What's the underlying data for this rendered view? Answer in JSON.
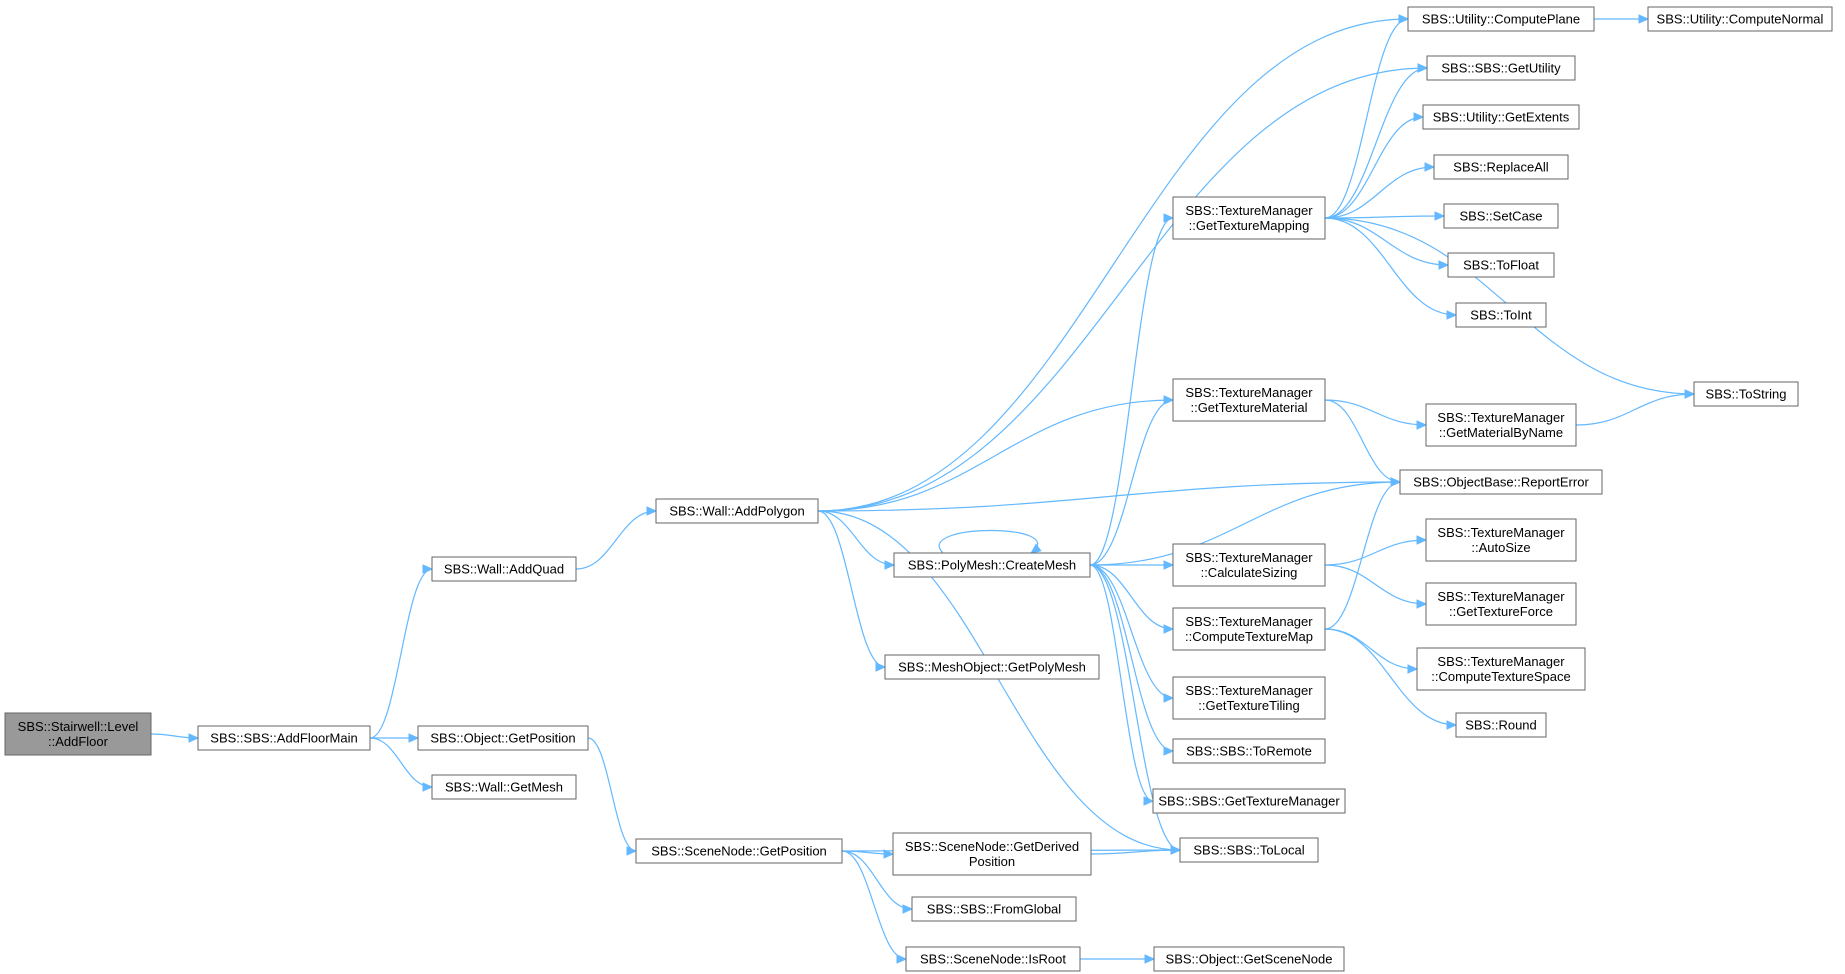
{
  "graph": {
    "nodes": [
      {
        "id": "n1",
        "lines": [
          "SBS::Stairwell::Level",
          "::AddFloor"
        ]
      },
      {
        "id": "n2",
        "lines": [
          "SBS::SBS::AddFloorMain"
        ]
      },
      {
        "id": "n3",
        "lines": [
          "SBS::Wall::AddQuad"
        ]
      },
      {
        "id": "n4",
        "lines": [
          "SBS::Object::GetPosition"
        ]
      },
      {
        "id": "n5",
        "lines": [
          "SBS::Wall::GetMesh"
        ]
      },
      {
        "id": "n6",
        "lines": [
          "SBS::Wall::AddPolygon"
        ]
      },
      {
        "id": "n7",
        "lines": [
          "SBS::SceneNode::GetPosition"
        ]
      },
      {
        "id": "n8",
        "lines": [
          "SBS::PolyMesh::CreateMesh"
        ]
      },
      {
        "id": "n9",
        "lines": [
          "SBS::MeshObject::GetPolyMesh"
        ]
      },
      {
        "id": "n10",
        "lines": [
          "SBS::SceneNode::GetDerived",
          "Position"
        ]
      },
      {
        "id": "n11",
        "lines": [
          "SBS::SBS::FromGlobal"
        ]
      },
      {
        "id": "n12",
        "lines": [
          "SBS::SceneNode::IsRoot"
        ]
      },
      {
        "id": "n13",
        "lines": [
          "SBS::TextureManager",
          "::GetTextureMapping"
        ]
      },
      {
        "id": "n14",
        "lines": [
          "SBS::TextureManager",
          "::GetTextureMaterial"
        ]
      },
      {
        "id": "n15",
        "lines": [
          "SBS::TextureManager",
          "::CalculateSizing"
        ]
      },
      {
        "id": "n16",
        "lines": [
          "SBS::TextureManager",
          "::ComputeTextureMap"
        ]
      },
      {
        "id": "n17",
        "lines": [
          "SBS::TextureManager",
          "::GetTextureTiling"
        ]
      },
      {
        "id": "n18",
        "lines": [
          "SBS::SBS::ToRemote"
        ]
      },
      {
        "id": "n19",
        "lines": [
          "SBS::SBS::GetTextureManager"
        ]
      },
      {
        "id": "n20",
        "lines": [
          "SBS::SBS::ToLocal"
        ]
      },
      {
        "id": "n21",
        "lines": [
          "SBS::Object::GetSceneNode"
        ]
      },
      {
        "id": "n22",
        "lines": [
          "SBS::Utility::ComputePlane"
        ]
      },
      {
        "id": "n23",
        "lines": [
          "SBS::SBS::GetUtility"
        ]
      },
      {
        "id": "n24",
        "lines": [
          "SBS::Utility::GetExtents"
        ]
      },
      {
        "id": "n25",
        "lines": [
          "SBS::ReplaceAll"
        ]
      },
      {
        "id": "n26",
        "lines": [
          "SBS::SetCase"
        ]
      },
      {
        "id": "n27",
        "lines": [
          "SBS::ToFloat"
        ]
      },
      {
        "id": "n28",
        "lines": [
          "SBS::ToInt"
        ]
      },
      {
        "id": "n29",
        "lines": [
          "SBS::TextureManager",
          "::GetMaterialByName"
        ]
      },
      {
        "id": "n30",
        "lines": [
          "SBS::ObjectBase::ReportError"
        ]
      },
      {
        "id": "n31",
        "lines": [
          "SBS::TextureManager",
          "::AutoSize"
        ]
      },
      {
        "id": "n32",
        "lines": [
          "SBS::TextureManager",
          "::GetTextureForce"
        ]
      },
      {
        "id": "n33",
        "lines": [
          "SBS::TextureManager",
          "::ComputeTextureSpace"
        ]
      },
      {
        "id": "n34",
        "lines": [
          "SBS::Round"
        ]
      },
      {
        "id": "n35",
        "lines": [
          "SBS::Utility::ComputeNormal"
        ]
      },
      {
        "id": "n36",
        "lines": [
          "SBS::ToString"
        ]
      }
    ],
    "edges": [
      [
        "n1",
        "n2"
      ],
      [
        "n2",
        "n3"
      ],
      [
        "n2",
        "n4"
      ],
      [
        "n2",
        "n5"
      ],
      [
        "n3",
        "n6"
      ],
      [
        "n4",
        "n7"
      ],
      [
        "n6",
        "n22"
      ],
      [
        "n6",
        "n23"
      ],
      [
        "n6",
        "n14"
      ],
      [
        "n6",
        "n30"
      ],
      [
        "n6",
        "n8"
      ],
      [
        "n6",
        "n9"
      ],
      [
        "n6",
        "n20"
      ],
      [
        "n7",
        "n20"
      ],
      [
        "n7",
        "n10"
      ],
      [
        "n7",
        "n11"
      ],
      [
        "n7",
        "n12"
      ],
      [
        "n8",
        "n8"
      ],
      [
        "n8",
        "n13"
      ],
      [
        "n8",
        "n14"
      ],
      [
        "n8",
        "n30"
      ],
      [
        "n8",
        "n15"
      ],
      [
        "n8",
        "n16"
      ],
      [
        "n8",
        "n17"
      ],
      [
        "n8",
        "n18"
      ],
      [
        "n8",
        "n19"
      ],
      [
        "n8",
        "n20"
      ],
      [
        "n10",
        "n20"
      ],
      [
        "n12",
        "n21"
      ],
      [
        "n13",
        "n22"
      ],
      [
        "n13",
        "n23"
      ],
      [
        "n13",
        "n24"
      ],
      [
        "n13",
        "n25"
      ],
      [
        "n13",
        "n26"
      ],
      [
        "n13",
        "n27"
      ],
      [
        "n13",
        "n28"
      ],
      [
        "n13",
        "n36"
      ],
      [
        "n14",
        "n29"
      ],
      [
        "n14",
        "n30"
      ],
      [
        "n15",
        "n31"
      ],
      [
        "n15",
        "n32"
      ],
      [
        "n16",
        "n30"
      ],
      [
        "n16",
        "n33"
      ],
      [
        "n16",
        "n34"
      ],
      [
        "n22",
        "n35"
      ],
      [
        "n29",
        "n36"
      ]
    ]
  }
}
